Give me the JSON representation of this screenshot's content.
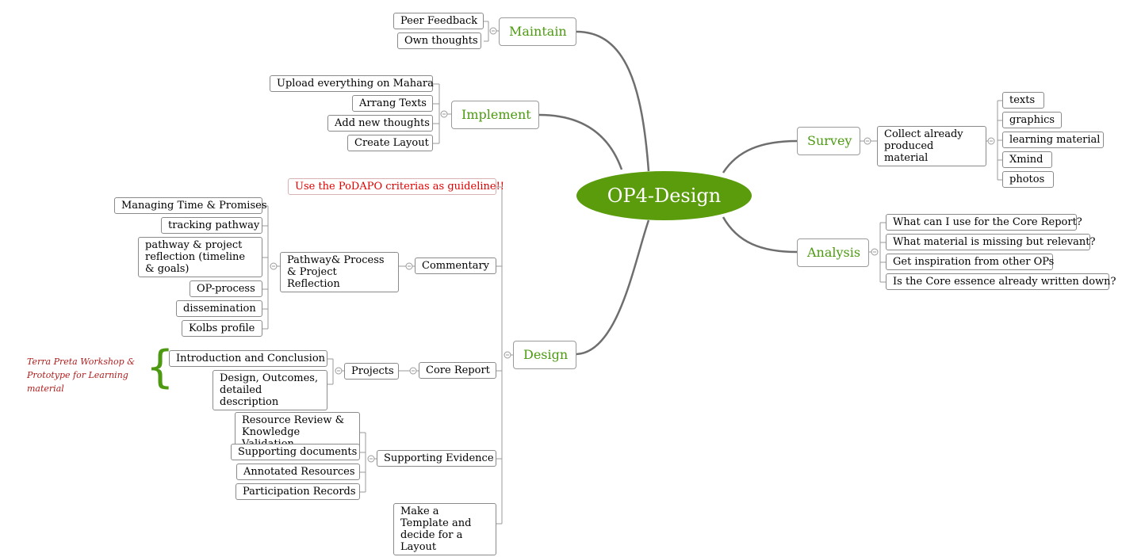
{
  "root": "OP4-Design",
  "branches": {
    "maintain": {
      "label": "Maintain",
      "children": [
        "Peer Feedback",
        "Own thoughts"
      ]
    },
    "implement": {
      "label": "Implement",
      "children": [
        "Upload everything on Mahara",
        "Arrang Texts",
        "Add new thoughts",
        "Create Layout"
      ]
    },
    "survey": {
      "label": "Survey",
      "child": "Collect already produced material",
      "items": [
        "texts",
        "graphics",
        "learning material",
        "Xmind",
        "photos"
      ]
    },
    "analysis": {
      "label": "Analysis",
      "children": [
        "What can I use for the Core Report?",
        "What material is missing but relevant?",
        "Get inspiration from other OPs",
        "Is the Core essence already written down?"
      ]
    },
    "design": {
      "label": "Design",
      "guideline": "Use the PoDAPO criterias as guideline!!",
      "commentary": {
        "label": "Commentary",
        "sub": "Pathway& Process & Project Reflection",
        "items": [
          "Managing Time & Promises",
          "tracking pathway",
          "pathway & project reflection (timeline & goals)",
          "OP-process",
          "dissemination",
          "Kolbs profile"
        ]
      },
      "core_report": {
        "label": "Core Report",
        "sub": "Projects",
        "items": [
          "Introduction and Conclusion",
          "Design, Outcomes, detailed description"
        ]
      },
      "supporting": {
        "label": "Supporting Evidence",
        "items": [
          "Resource Review & Knowledge Validation",
          "Supporting documents",
          "Annotated Resources",
          "Participation Records"
        ]
      },
      "template": "Make a Template and decide for a Layout"
    }
  },
  "note": "Terra Preta Workshop & Prototype for Learning material",
  "colors": {
    "root": "#5a9c0b",
    "main_text": "#4d9a12",
    "guideline": "#e00000",
    "note": "#b11d1d",
    "line": "#666666"
  }
}
